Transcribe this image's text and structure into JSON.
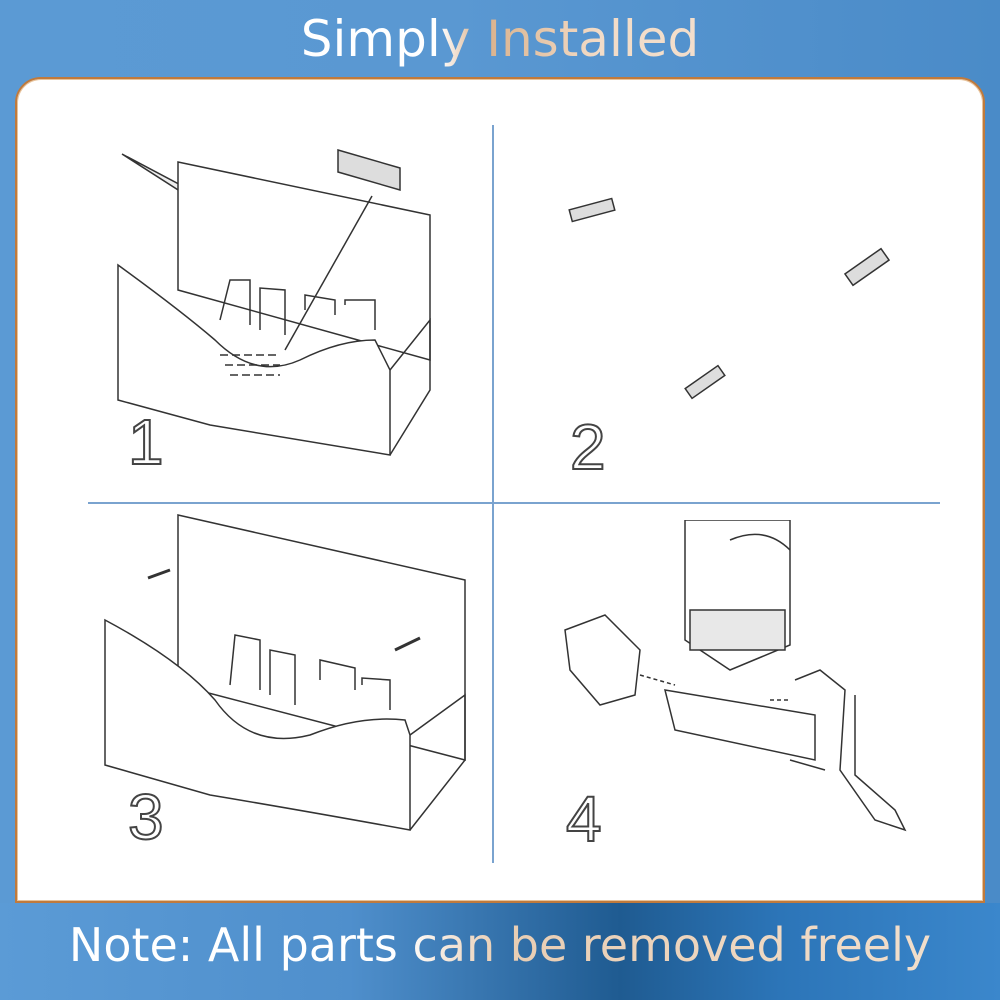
{
  "title": "Simply Installed",
  "note": "Note: All parts can be removed freely",
  "steps": [
    "1",
    "2",
    "3",
    "4"
  ],
  "colors": {
    "background": "#5b9ad4",
    "border": "#c07a3c",
    "divider": "#7aa3cf"
  }
}
